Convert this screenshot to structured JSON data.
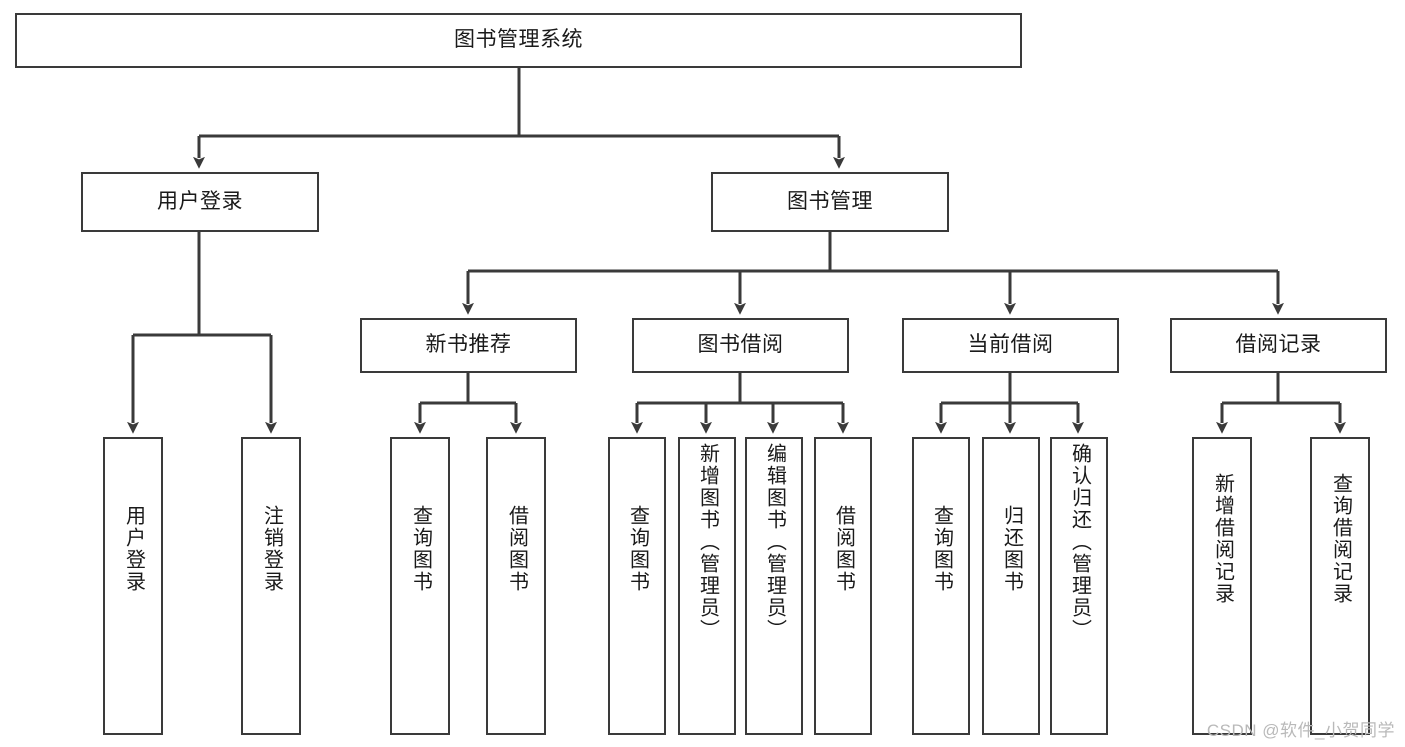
{
  "diagram": {
    "type": "tree",
    "title": "图书管理系统",
    "watermark": "CSDN @软件_小贺同学",
    "colors": {
      "stroke": "#3a3a3a",
      "fill": "#ffffff",
      "text": "#1a1a1a",
      "watermark": "#b9b9b9"
    },
    "nodes": {
      "root": "图书管理系统",
      "level1": {
        "user_login": "用户登录",
        "book_manage": "图书管理"
      },
      "level2": {
        "new_book_rec": "新书推荐",
        "book_borrow": "图书借阅",
        "current_borrow": "当前借阅",
        "borrow_record": "借阅记录"
      },
      "leaves": {
        "user_login_1": "用户登录",
        "user_login_2": "注销登录",
        "new_book_rec_1": "查询图书",
        "new_book_rec_2": "借阅图书",
        "book_borrow_1": "查询图书",
        "book_borrow_2": "新增图书（管理员）",
        "book_borrow_3": "编辑图书（管理员）",
        "book_borrow_4": "借阅图书",
        "current_borrow_1": "查询图书",
        "current_borrow_2": "归还图书",
        "current_borrow_3": "确认归还（管理员）",
        "borrow_record_1": "新增借阅记录",
        "borrow_record_2": "查询借阅记录"
      }
    }
  }
}
